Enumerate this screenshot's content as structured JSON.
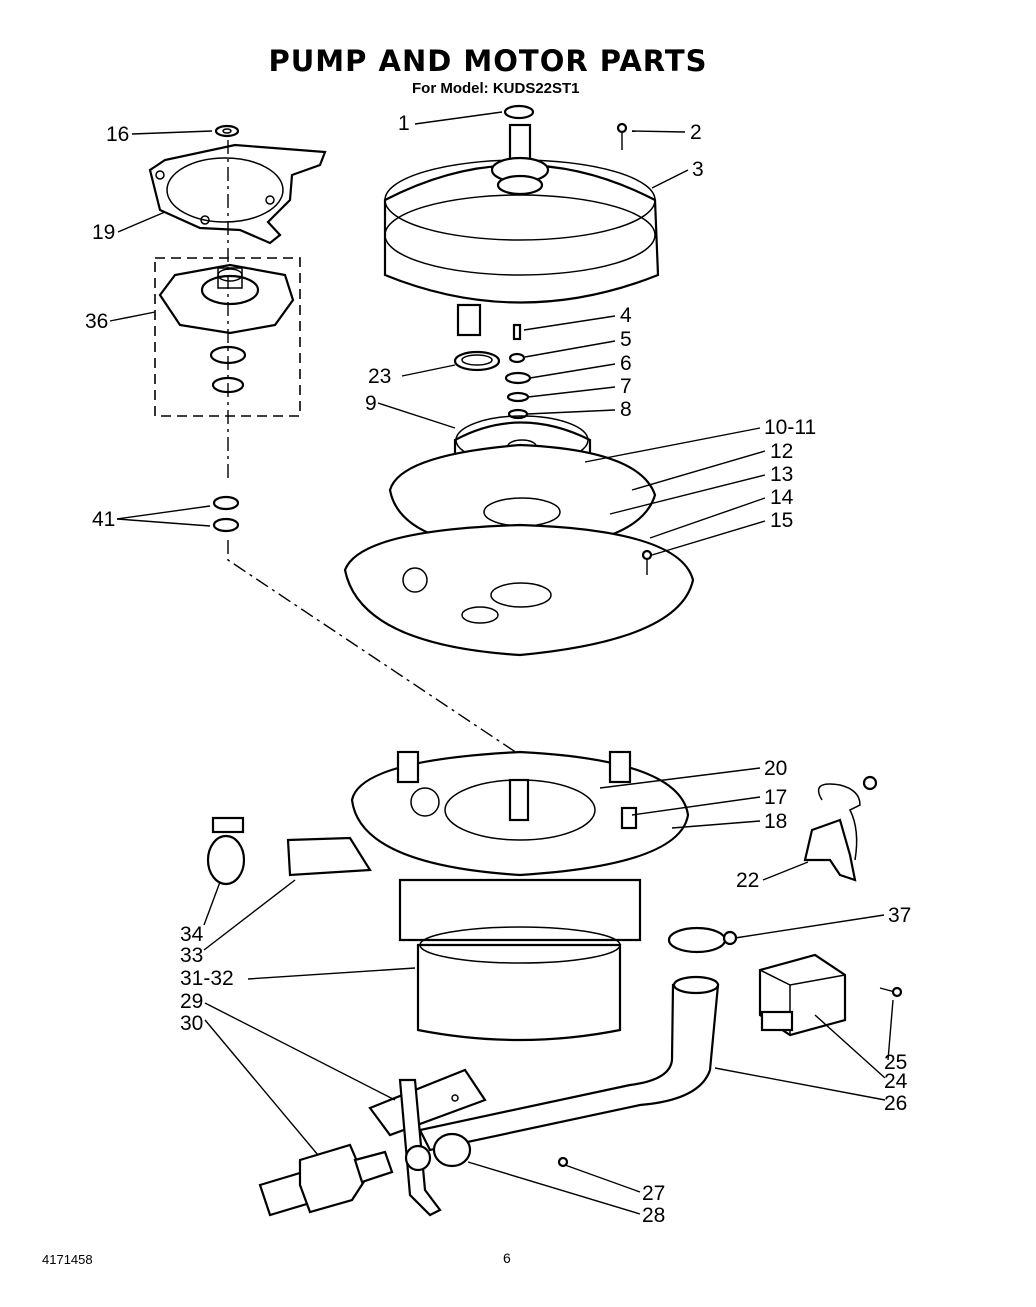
{
  "title": "PUMP AND MOTOR PARTS",
  "subtitle": "For Model: KUDS22ST1",
  "footer": {
    "doc_number": "4171458",
    "page_number": "6"
  },
  "callouts": [
    "1",
    "2",
    "3",
    "4",
    "5",
    "6",
    "7",
    "8",
    "9",
    "10-11",
    "12",
    "13",
    "14",
    "15",
    "16",
    "19",
    "36",
    "41",
    "23",
    "20",
    "17",
    "18",
    "22",
    "37",
    "34",
    "33",
    "31-32",
    "29",
    "30",
    "25",
    "24",
    "26",
    "27",
    "28"
  ]
}
